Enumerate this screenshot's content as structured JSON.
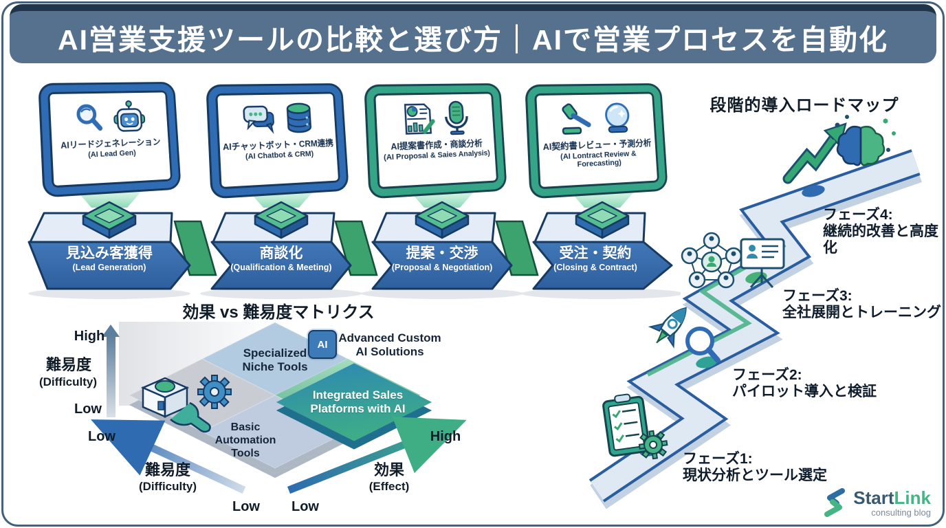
{
  "header": {
    "title": "AI営業支援ツールの比較と選び方｜AIで営業プロセスを自動化"
  },
  "tools": {
    "items": [
      {
        "title": "AIリードジェネレーション",
        "subtitle": "(AI Lead Gen)",
        "icons": [
          "magnifier-icon",
          "robot-icon"
        ]
      },
      {
        "title": "AIチャットボット・CRM連携",
        "subtitle": "(AI Chatbot & CRM)",
        "icons": [
          "chat-bubbles-icon",
          "database-icon"
        ]
      },
      {
        "title": "AI提案書作成・商談分析",
        "subtitle": "(AI Proposal & Saies Analysis)",
        "icons": [
          "document-chart-icon",
          "microphone-icon"
        ]
      },
      {
        "title": "AI契約書レビュー・予測分析",
        "subtitle": "(AI Lontract Review & Forecasting)",
        "icons": [
          "gavel-icon",
          "crystal-ball-icon"
        ]
      }
    ]
  },
  "process": {
    "steps": [
      {
        "title": "見込み客獲得",
        "subtitle": "(Lead Generation)"
      },
      {
        "title": "商談化",
        "subtitle": "(Qualification & Meeting)"
      },
      {
        "title": "提案・交渉",
        "subtitle": "(Proposal & Negotiation)"
      },
      {
        "title": "受注・契約",
        "subtitle": "(Closing & Contract)"
      }
    ]
  },
  "matrix": {
    "title": "効果 vs 難易度マトリクス",
    "y_axis": {
      "high": "High",
      "low": "Low",
      "label_jp": "難易度",
      "label_en": "(Difficulty)"
    },
    "x_axis_left": {
      "tip": "Low",
      "origin": "Low",
      "label_jp": "難易度",
      "label_en": "(Difficulty)"
    },
    "x_axis_right": {
      "origin": "Low",
      "tip": "High",
      "label_jp": "効果",
      "label_en": "(Effect)"
    },
    "quadrants": {
      "north": {
        "lines": [
          "Specialized",
          "Niche Tools"
        ]
      },
      "east": {
        "lines": [
          "Advanced Custom",
          "AI Solutions"
        ],
        "icon": "ai-chip-icon",
        "chip_label": "AI"
      },
      "platform": {
        "lines": [
          "Integrated Sales",
          "Platforms with AI"
        ]
      },
      "south": {
        "lines": [
          "Basic",
          "Automation",
          "Tools"
        ]
      }
    }
  },
  "roadmap": {
    "title": "段階的導入ロードマップ",
    "phases": [
      {
        "name": "フェーズ1:",
        "desc": "現状分析とツール選定",
        "icon": "clipboard-gear-icon"
      },
      {
        "name": "フェーズ2:",
        "desc": "パイロット導入と検証",
        "icon": "rocket-magnifier-icon"
      },
      {
        "name": "フェーズ3:",
        "desc": "全社展開とトレーニング",
        "icon": "network-presentation-icon"
      },
      {
        "name": "フェーズ4:",
        "desc": "継続的改善と高度化",
        "icon": "growth-arrow-brain-icon"
      }
    ]
  },
  "logo": {
    "brand_start": "Start",
    "brand_link": "Link",
    "subtitle": "consulting blog"
  },
  "colors": {
    "header_bg": "#55718d",
    "header_border": "#203549",
    "frame": "#46617b",
    "monitor_blue": "#2f6cb3",
    "monitor_green": "#35a487",
    "outline_navy": "#173a63",
    "block_front": "#3b6fad",
    "block_top": "#e3ecf7",
    "connector_green": "#3ca26e",
    "beam_green": "#66cd9e",
    "chip_top": "#54bd90",
    "quad_gray": "#c9cdd3",
    "quad_blue": "#b3cbe0",
    "quad_pale": "#bfcce0",
    "quad_green_dark": "#4fae86",
    "platform_teal": "#2f8cae",
    "platform_green": "#3fae85",
    "road_fill": "#dfe9f4",
    "road_outline": "#2a5d9e",
    "dot_blue": "#2e6bb0",
    "dot_teal": "#2fa296",
    "dot_green": "#46b177",
    "logo_start": "#3a586e",
    "logo_link": "#45b585"
  }
}
